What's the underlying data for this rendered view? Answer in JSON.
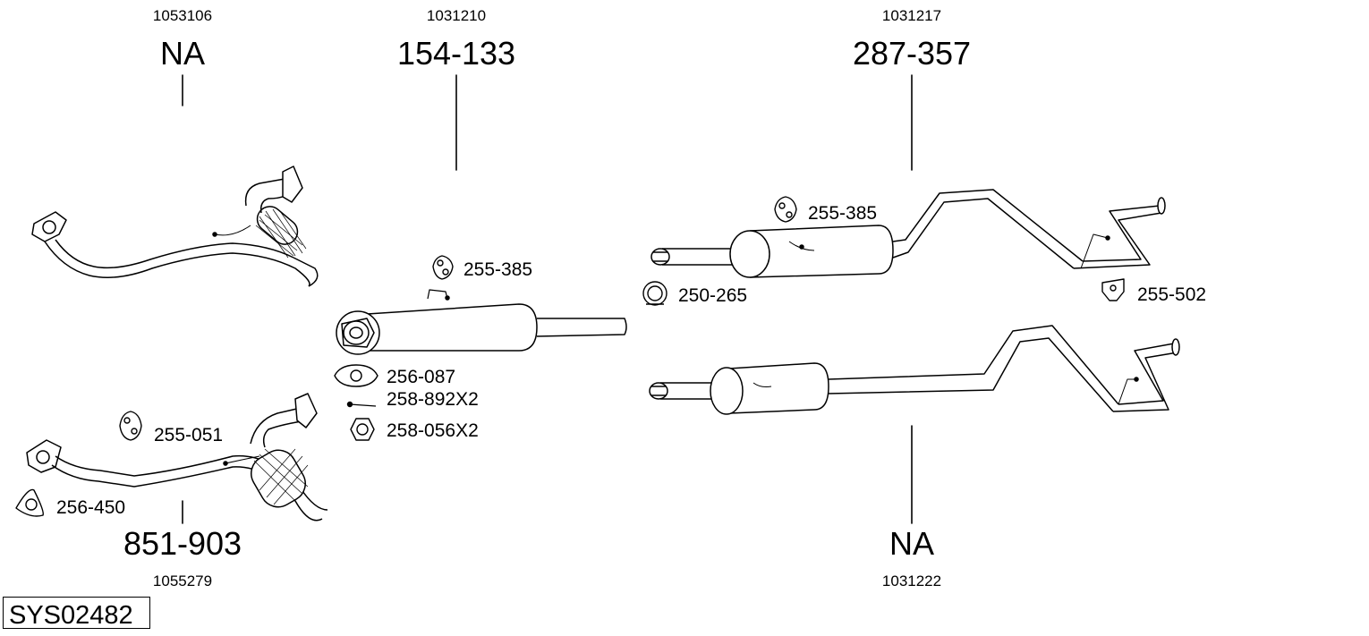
{
  "system_code": "SYS02482",
  "groups": [
    {
      "id": "front-pipe-upper",
      "article": "1053106",
      "part": "NA"
    },
    {
      "id": "middle-silencer",
      "article": "1031210",
      "part": "154-133"
    },
    {
      "id": "rear-silencer-upper",
      "article": "1031217",
      "part": "287-357"
    },
    {
      "id": "front-pipe-lower",
      "article": "1055279",
      "part": "851-903"
    },
    {
      "id": "rear-silencer-lower",
      "article": "1031222",
      "part": "NA"
    }
  ],
  "accessories": [
    {
      "id": "mount-middle",
      "label": "255-385",
      "icon": "rubber-mount-icon"
    },
    {
      "id": "mount-rear",
      "label": "255-385",
      "icon": "rubber-mount-icon"
    },
    {
      "id": "clamp",
      "label": "250-265",
      "icon": "clamp-icon"
    },
    {
      "id": "hanger",
      "label": "255-502",
      "icon": "hanger-icon"
    },
    {
      "id": "gasket-oval",
      "label": "256-087",
      "icon": "oval-gasket-icon"
    },
    {
      "id": "bolt",
      "label": "258-892X2",
      "icon": "bolt-icon"
    },
    {
      "id": "nut",
      "label": "258-056X2",
      "icon": "nut-icon"
    },
    {
      "id": "mount-front",
      "label": "255-051",
      "icon": "rubber-mount-icon"
    },
    {
      "id": "gasket-triangle",
      "label": "256-450",
      "icon": "triangle-gasket-icon"
    }
  ]
}
